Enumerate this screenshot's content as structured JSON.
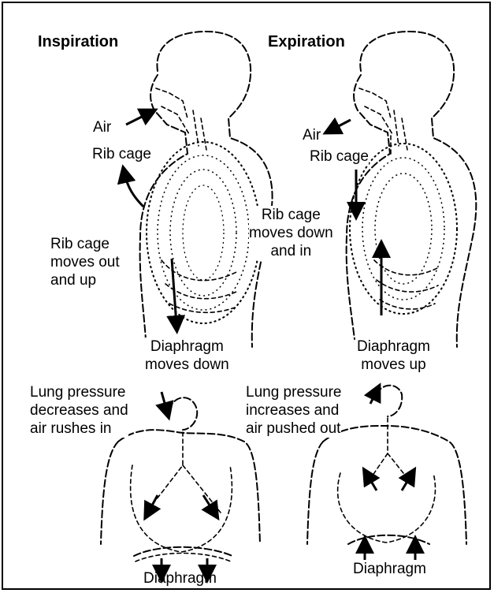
{
  "titles": {
    "inspiration": "Inspiration",
    "expiration": "Expiration"
  },
  "inspiration_labels": {
    "air": "Air",
    "rib_cage": "Rib cage",
    "rib_cage_moves": "Rib cage\nmoves out\nand up",
    "diaphragm_moves": "Diaphragm\nmoves down"
  },
  "expiration_labels": {
    "air": "Air",
    "rib_cage": "Rib cage",
    "rib_cage_moves": "Rib cage\nmoves down\nand in",
    "diaphragm_moves": "Diaphragm\nmoves up"
  },
  "lower_left": {
    "pressure": "Lung pressure\ndecreases and\nair rushes in",
    "diaphragm": "Diaphragm"
  },
  "lower_right": {
    "pressure": "Lung pressure\nincreases and\nair pushed out",
    "diaphragm": "Diaphragm"
  },
  "colors": {
    "ink": "#000000",
    "background": "#ffffff"
  }
}
